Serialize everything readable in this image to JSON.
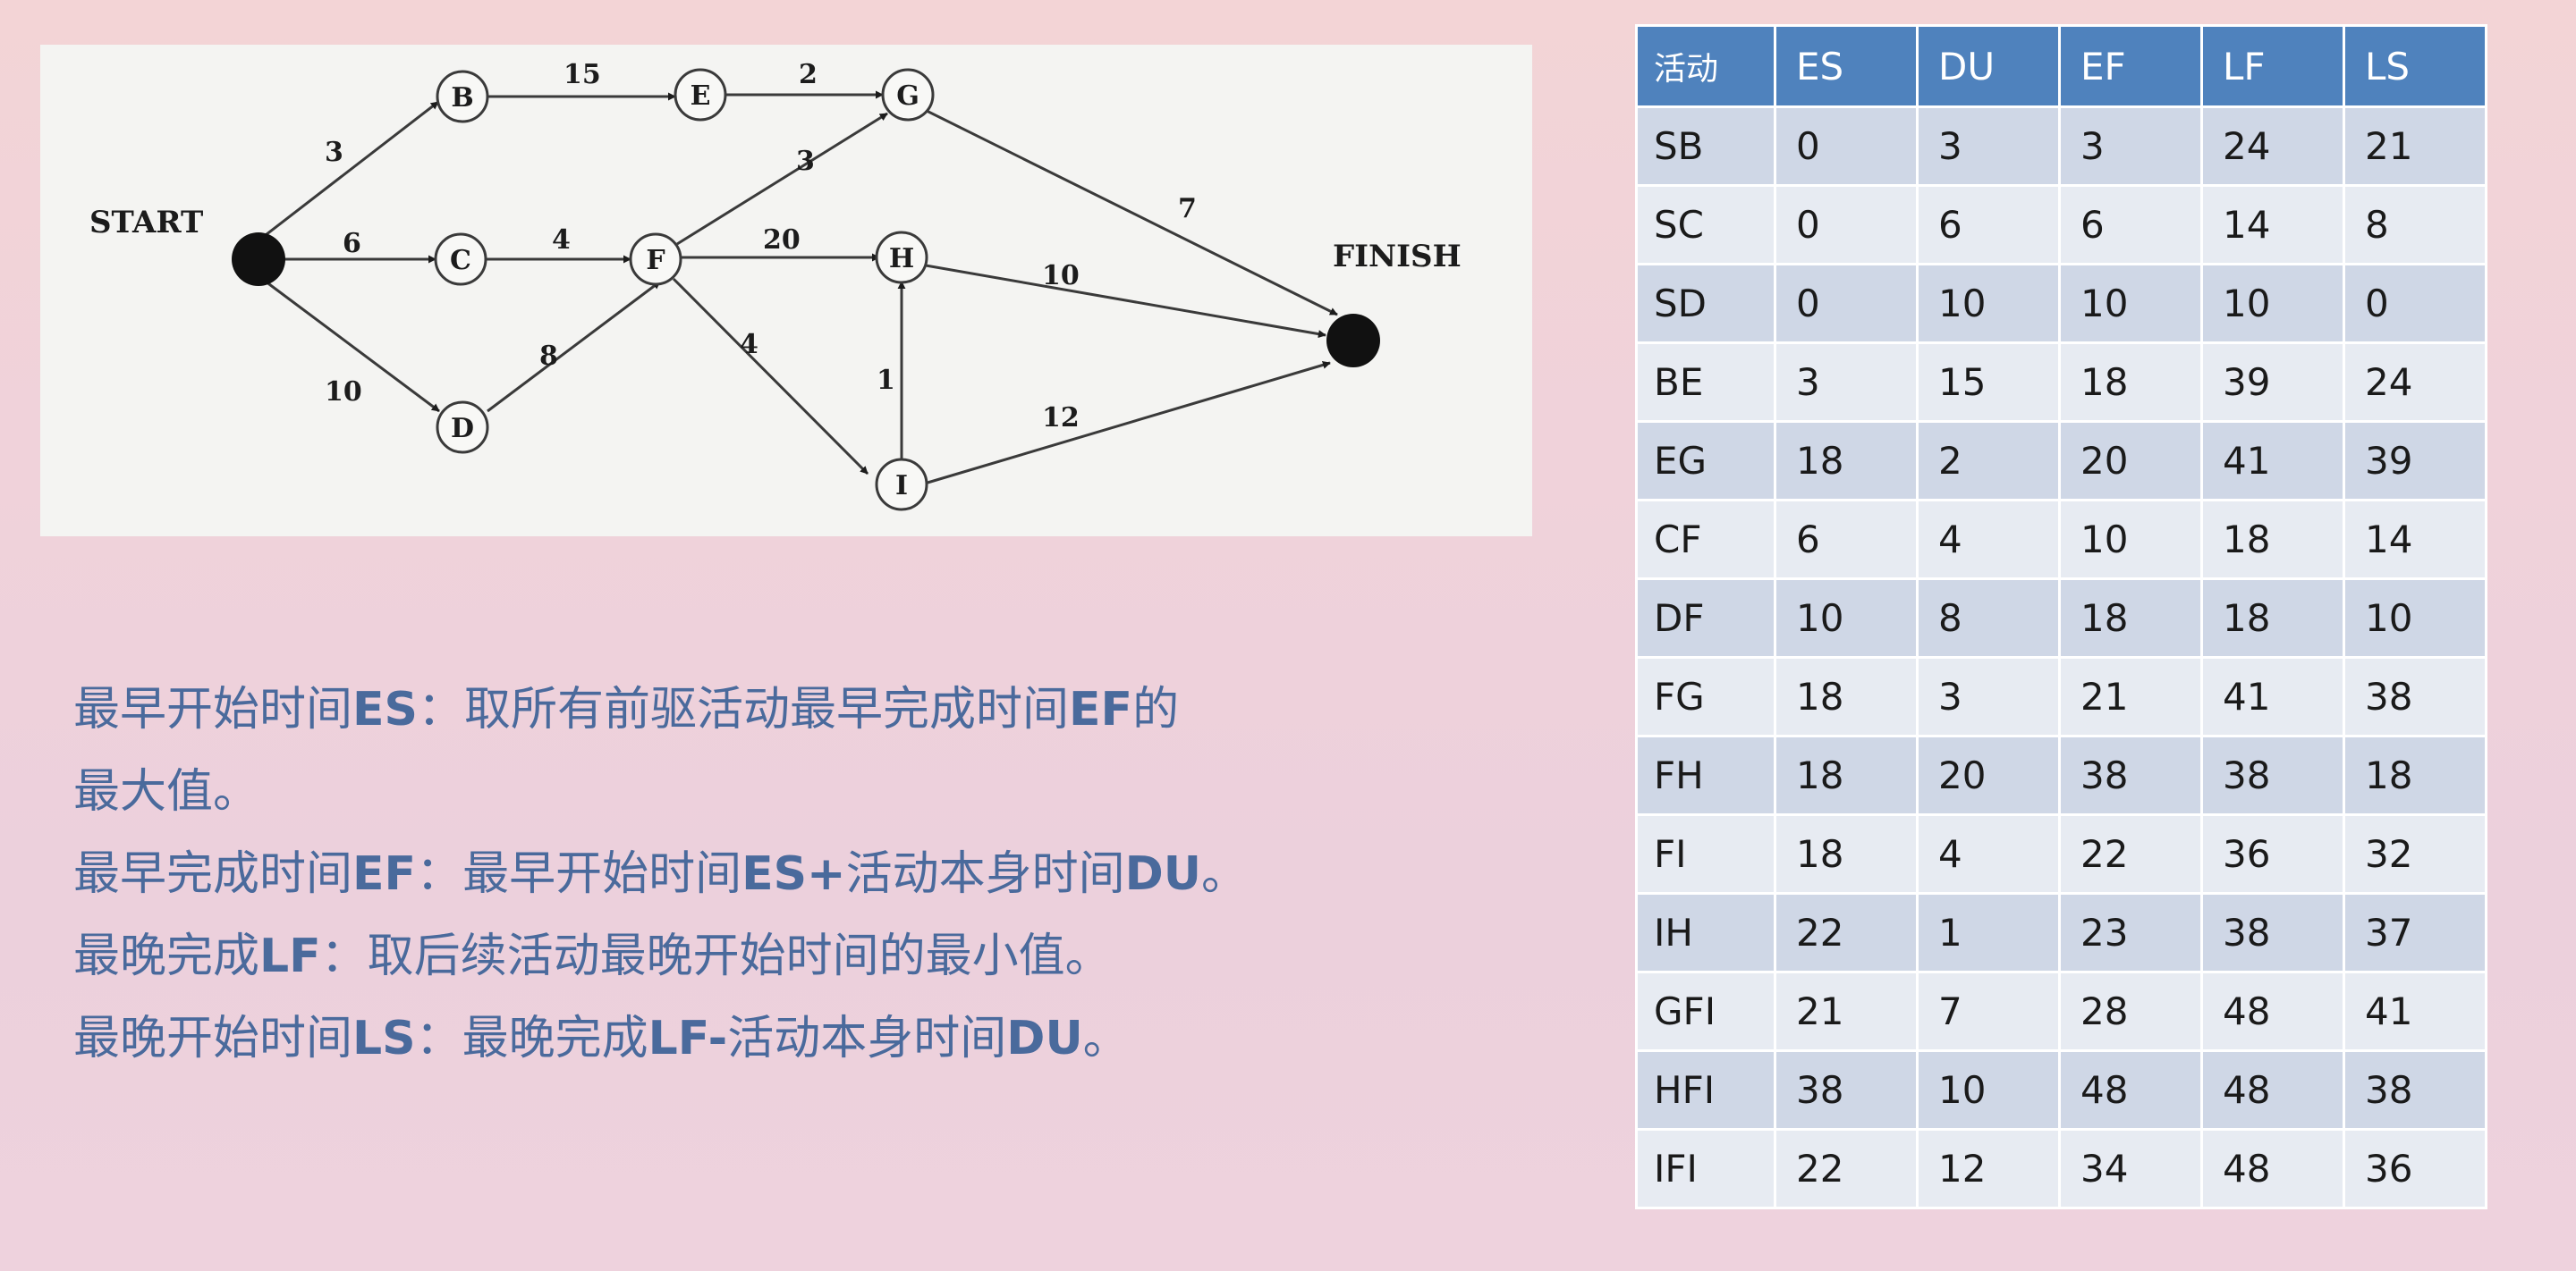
{
  "diagram": {
    "start_label": "START",
    "finish_label": "FINISH",
    "nodes": {
      "B": "B",
      "C": "C",
      "D": "D",
      "E": "E",
      "F": "F",
      "G": "G",
      "H": "H",
      "I": "I"
    },
    "edges": {
      "SB": "3",
      "SC": "6",
      "SD": "10",
      "BE": "15",
      "EG": "2",
      "CF": "4",
      "DF": "8",
      "FG": "3",
      "FH": "20",
      "FI": "4",
      "IH": "1",
      "GFI": "7",
      "HFI": "10",
      "IFI": "12"
    }
  },
  "notes": [
    {
      "pre": "最早开始时间",
      "key": "ES",
      "post": "：取所有前驱活动最早完成时间",
      "key2": "EF",
      "post2": "的"
    },
    {
      "pre": "最大值。",
      "key": "",
      "post": "",
      "key2": "",
      "post2": ""
    },
    {
      "pre": "最早完成时间",
      "key": "EF",
      "post": "：最早开始时间",
      "key2": "ES+",
      "post2": "活动本身时间",
      "key3": "DU",
      "post3": "。"
    },
    {
      "pre": "最晚完成",
      "key": "LF",
      "post": "：取后续活动最晚开始时间的最小值。",
      "key2": "",
      "post2": ""
    },
    {
      "pre": "最晚开始时间",
      "key": "LS",
      "post": "：最晚完成",
      "key2": "LF-",
      "post2": "活动本身时间",
      "key3": "DU",
      "post3": "。"
    }
  ],
  "table": {
    "headers": [
      "活动",
      "ES",
      "DU",
      "EF",
      "LF",
      "LS"
    ],
    "rows": [
      [
        "SB",
        "0",
        "3",
        "3",
        "24",
        "21"
      ],
      [
        "SC",
        "0",
        "6",
        "6",
        "14",
        "8"
      ],
      [
        "SD",
        "0",
        "10",
        "10",
        "10",
        "0"
      ],
      [
        "BE",
        "3",
        "15",
        "18",
        "39",
        "24"
      ],
      [
        "EG",
        "18",
        "2",
        "20",
        "41",
        "39"
      ],
      [
        "CF",
        "6",
        "4",
        "10",
        "18",
        "14"
      ],
      [
        "DF",
        "10",
        "8",
        "18",
        "18",
        "10"
      ],
      [
        "FG",
        "18",
        "3",
        "21",
        "41",
        "38"
      ],
      [
        "FH",
        "18",
        "20",
        "38",
        "38",
        "18"
      ],
      [
        "FI",
        "18",
        "4",
        "22",
        "36",
        "32"
      ],
      [
        "IH",
        "22",
        "1",
        "23",
        "38",
        "37"
      ],
      [
        "GFI",
        "21",
        "7",
        "28",
        "48",
        "41"
      ],
      [
        "HFI",
        "38",
        "10",
        "48",
        "48",
        "38"
      ],
      [
        "IFI",
        "22",
        "12",
        "34",
        "48",
        "36"
      ]
    ]
  }
}
